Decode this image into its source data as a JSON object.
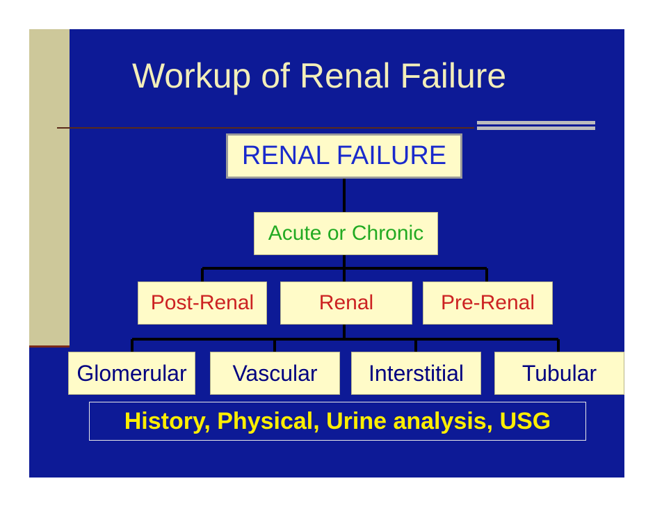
{
  "slide": {
    "title": "Workup of Renal Failure",
    "root": "RENAL FAILURE",
    "level1": "Acute or Chronic",
    "level2": [
      "Post-Renal",
      "Renal",
      "Pre-Renal"
    ],
    "level3": [
      "Glomerular",
      "Vascular",
      "Interstitial",
      "Tubular"
    ],
    "footer": "History, Physical, Urine analysis, USG"
  },
  "colors": {
    "background": "#0d1a96",
    "sidebar": "#cdc89a",
    "title": "#f3eeb9",
    "box_fill": "#fffbc8",
    "root_text": "#1a2acc",
    "level1_text": "#22aa22",
    "level2_text": "#cc2222",
    "level3_text": "#000080",
    "footer_text": "#ffee00"
  }
}
